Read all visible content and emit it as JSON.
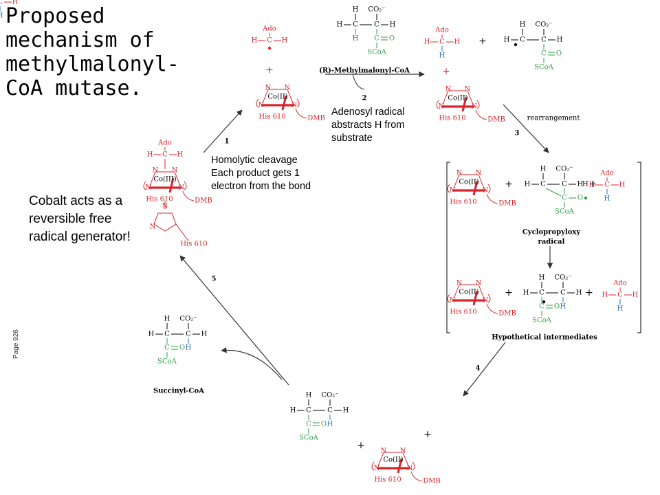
{
  "title": "Proposed\n mechanism of\nmethylmalonyl-\nCoA mutase.",
  "notes": {
    "cobalt": "Cobalt acts as a reversible free radical generator!",
    "homolytic": "Homolytic cleavage\nEach product gets 1\nelectron from the bond",
    "adenosyl": "Adenosyl radical\nabstracts H from\nsubstrate",
    "page_ref": "Page 926"
  },
  "labels": {
    "substrate": "(R)-Methylmalonyl-CoA",
    "rearrangement": "rearrangement",
    "cyclo_line1": "Cyclopropyloxy",
    "cyclo_line2": "radical",
    "hypothetical": "Hypothetical intermediates",
    "succinyl": "Succinyl-CoA"
  },
  "steps": [
    "1",
    "2",
    "3",
    "4",
    "5"
  ],
  "chem": {
    "ado": "Ado",
    "h": "H",
    "c": "C",
    "o": "O",
    "n": "N",
    "plus": "+",
    "co2": "CO₂⁻",
    "scoa": "SCoA",
    "co3": "Co(III)",
    "co2c": "Co(II)",
    "dmb": "DMB",
    "his": "His 610"
  },
  "colors": {
    "red": "#d8242a",
    "green": "#2e9e45",
    "blue": "#2a6db5",
    "black": "#000000"
  }
}
